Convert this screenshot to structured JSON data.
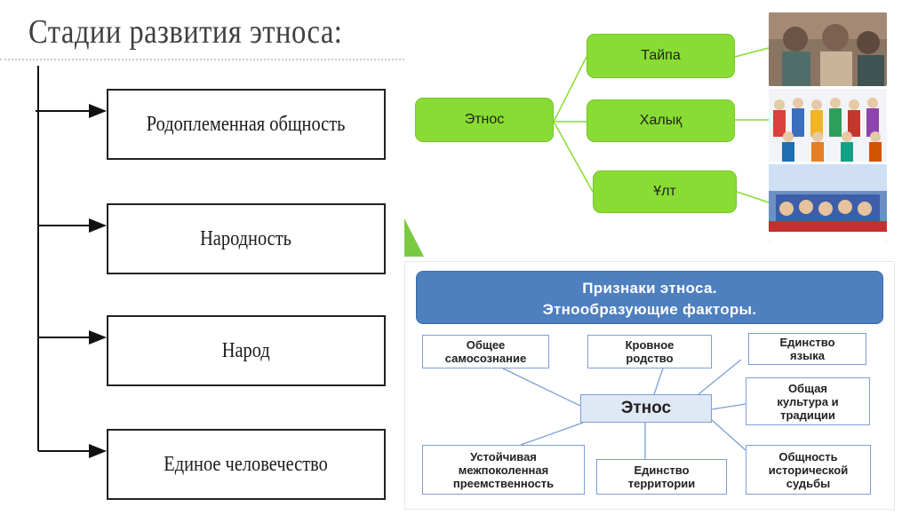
{
  "title": "Стадии развития этноса:",
  "stages": [
    "Родоплеменная общность",
    "Народность",
    "Народ",
    "Единое человечество"
  ],
  "ethnos_tree": {
    "root": "Этнос",
    "branches": [
      "Тайпа",
      "Халық",
      "Ұлт"
    ],
    "colors": {
      "box": "#88dc33",
      "line": "#88dc33",
      "accent": "#7ac943"
    }
  },
  "factors": {
    "header_line1": "Признаки этноса.",
    "header_line2": "Этнообразующие факторы.",
    "center": "Этнос",
    "items": [
      "Общее\nсамосознание",
      "Кровное\nродство",
      "Единство\nязыка",
      "Общая\nкультура и\nтрадиции",
      "Общность\nисторической\nсудьбы",
      "Единство\nтерритории",
      "Устойчивая\nмежпоколенная\nпреемственность"
    ],
    "colors": {
      "header": "#4e7fbf",
      "border": "#7c9fd6",
      "center_fill": "#dfe8f5"
    }
  }
}
